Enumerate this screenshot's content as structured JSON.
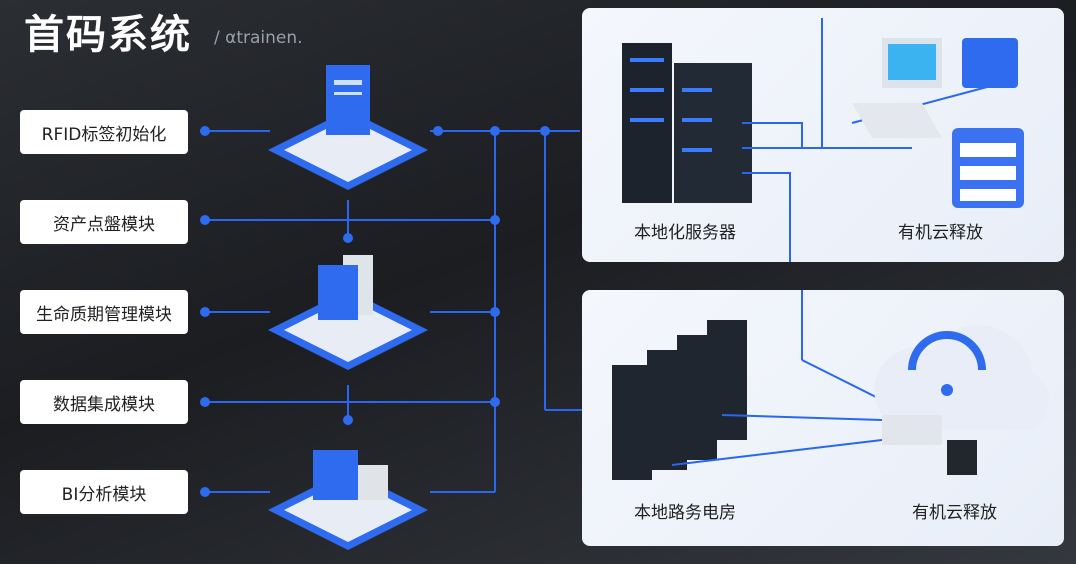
{
  "header": {
    "title": "首码系统",
    "subtitle": "/ αtrainen."
  },
  "modules": [
    {
      "label": "RFID标签初始化",
      "icon": "document-server-icon"
    },
    {
      "label": "资产点盤模块",
      "icon": ""
    },
    {
      "label": "生命质期管理模块",
      "icon": "documents-stack-icon"
    },
    {
      "label": "数据集成模块",
      "icon": ""
    },
    {
      "label": "BI分析模块",
      "icon": "building-icon"
    }
  ],
  "panels": [
    {
      "left_label": "本地化服务器",
      "right_label": "有机云释放"
    },
    {
      "left_label": "本地路务电房",
      "right_label": "有机云释放"
    }
  ],
  "colors": {
    "accent": "#2f6bef",
    "line": "#2a66f0",
    "panel": "#eef3fa"
  }
}
